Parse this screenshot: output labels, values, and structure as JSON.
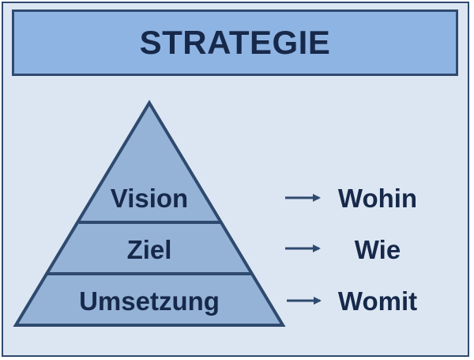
{
  "title": "STRATEGIE",
  "levels": [
    {
      "label": "Vision",
      "question": "Wohin"
    },
    {
      "label": "Ziel",
      "question": "Wie"
    },
    {
      "label": "Umsetzung",
      "question": "Womit"
    }
  ],
  "colors": {
    "background": "#dce6f2",
    "title_fill": "#8eb4e3",
    "pyramid_fill": "#95b3d7",
    "outline": "#2f4a6f",
    "text": "#17294a"
  }
}
